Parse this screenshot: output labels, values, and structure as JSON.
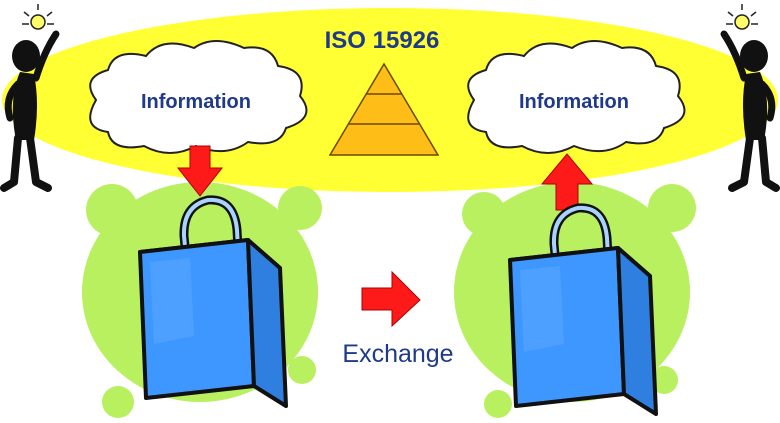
{
  "diagram": {
    "title": "ISO 15926",
    "left_cloud": {
      "label": "Information"
    },
    "right_cloud": {
      "label": "Information"
    },
    "exchange_label": "Exchange",
    "icons": {
      "person": "person-with-idea-icon",
      "bag": "shopping-bag-icon",
      "pyramid": "pyramid-icon",
      "arrow_down": "arrow-down-icon",
      "arrow_up": "arrow-up-icon",
      "arrow_right": "arrow-right-icon"
    },
    "colors": {
      "ellipse": "#ffff33",
      "green_blob": "#b8f060",
      "cloud": "#ffffff",
      "cloud_text": "#1f3a8a",
      "title_text": "#1f3a8a",
      "exchange_text": "#1f3a8a",
      "pyramid": "#ffbe17",
      "arrow": "#ff1a1a",
      "bag": "#3e96ff",
      "bag_light": "#a9d3ff"
    }
  }
}
